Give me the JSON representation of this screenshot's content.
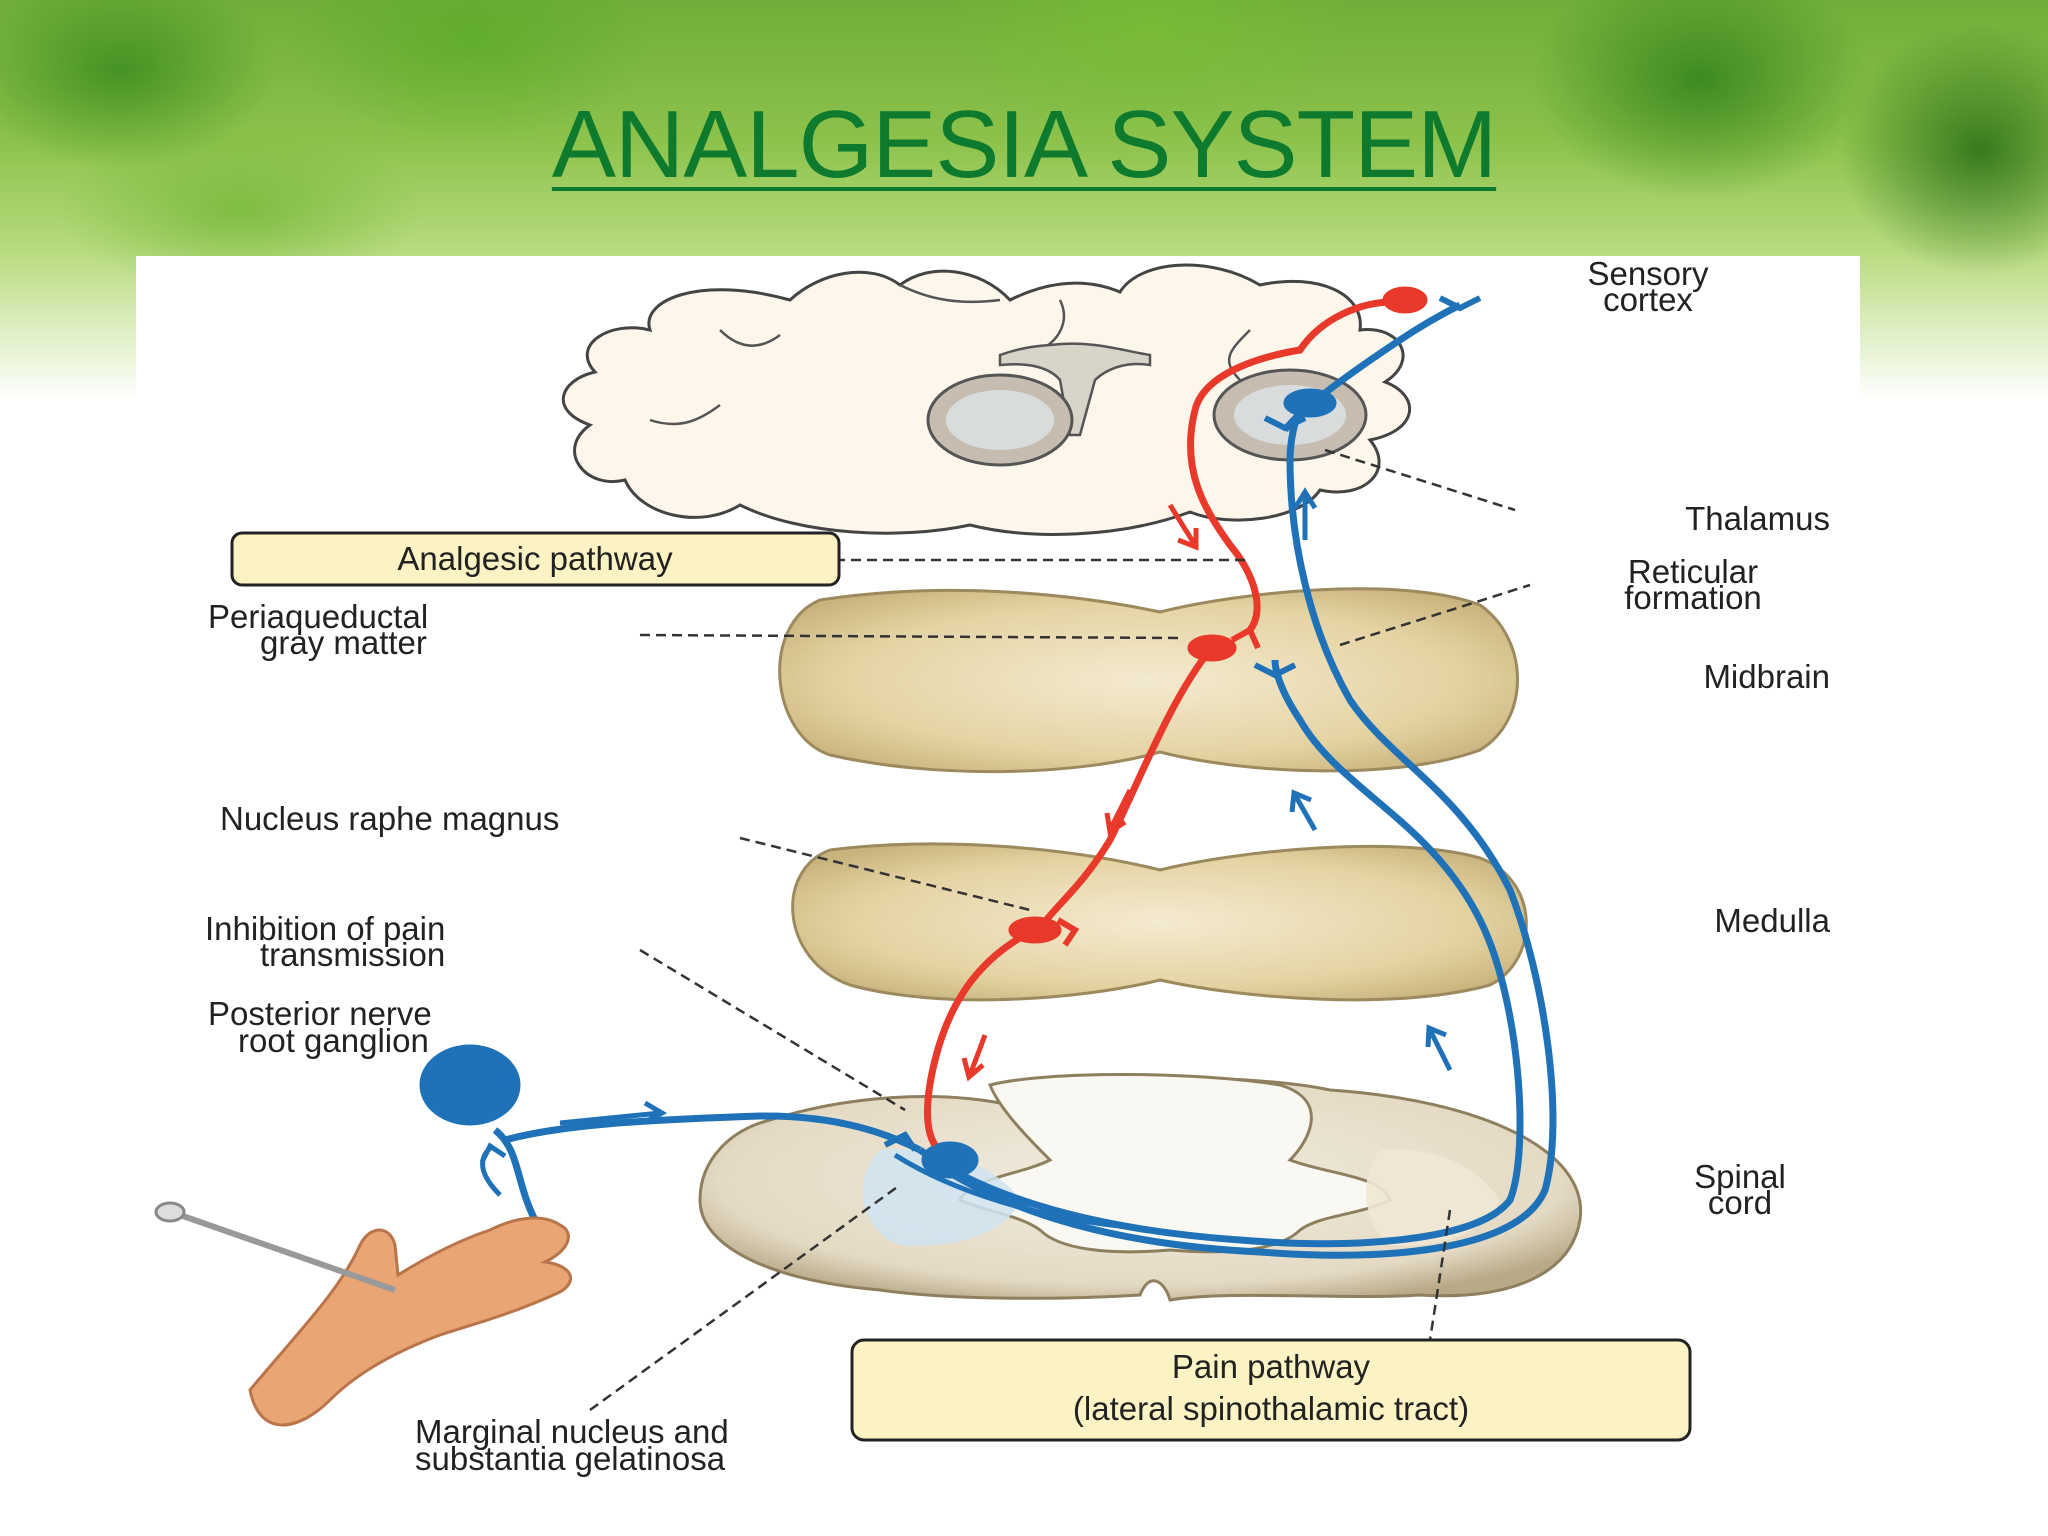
{
  "title": "ANALGESIA SYSTEM",
  "labels": {
    "sensory_cortex_1": "Sensory",
    "sensory_cortex_2": "cortex",
    "thalamus": "Thalamus",
    "analgesic_pathway": "Analgesic pathway",
    "reticular_formation_1": "Reticular",
    "reticular_formation_2": "formation",
    "periaqueductal_1": "Periaqueductal",
    "periaqueductal_2": "gray matter",
    "midbrain": "Midbrain",
    "nucleus_raphe_magnus": "Nucleus raphe magnus",
    "medulla": "Medulla",
    "inhibition_1": "Inhibition of pain",
    "inhibition_2": "transmission",
    "posterior_nerve_1": "Posterior nerve",
    "posterior_nerve_2": "root ganglion",
    "spinal_cord_1": "Spinal",
    "spinal_cord_2": "cord",
    "pain_pathway_1": "Pain pathway",
    "pain_pathway_2": "(lateral spinothalamic tract)",
    "marginal_nucleus_1": "Marginal nucleus and",
    "marginal_nucleus_2": "substantia gelatinosa"
  },
  "colors": {
    "title": "#0e7a2e",
    "analgesic_pathway": "#e8392a",
    "pain_pathway": "#1f72b8",
    "label_box_fill": "#fbf3c4",
    "brainstem_fill": "#e6d7ab"
  }
}
